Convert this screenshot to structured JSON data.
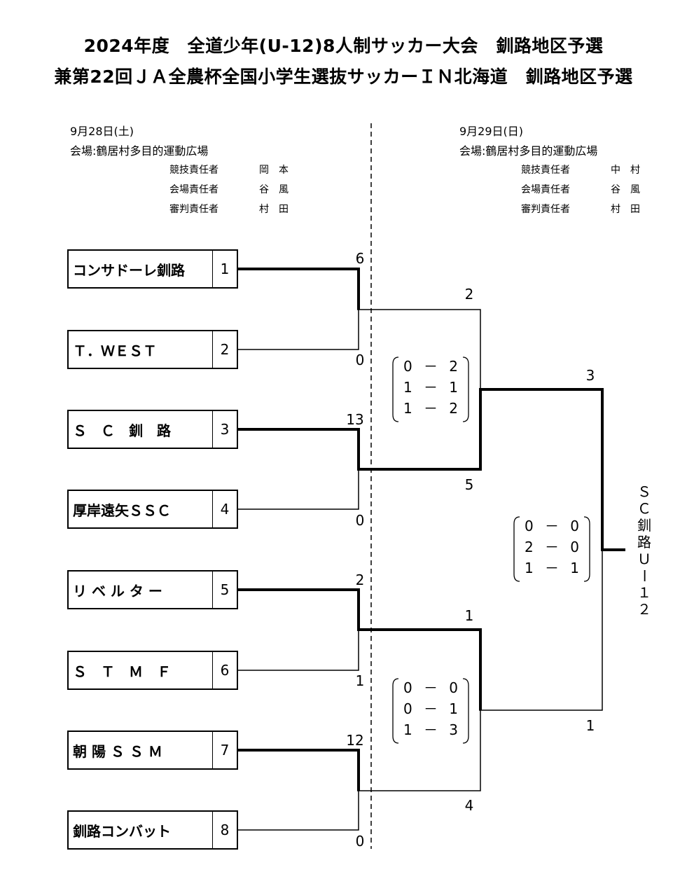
{
  "title": {
    "line1": "2024年度　全道少年(U-12)8人制サッカー大会　釧路地区予選",
    "line2": "兼第22回ＪＡ全農杯全国小学生選抜サッカーＩＮ北海道　釧路地区予選"
  },
  "day1": {
    "date": "9月28日(土)",
    "venue": "会場:鶴居村多目的運動広場",
    "officials": [
      {
        "role": "競技責任者",
        "name": "岡　本"
      },
      {
        "role": "会場責任者",
        "name": "谷　風"
      },
      {
        "role": "審判責任者",
        "name": "村　田"
      }
    ]
  },
  "day2": {
    "date": "9月29日(日)",
    "venue": "会場:鶴居村多目的運動広場",
    "officials": [
      {
        "role": "競技責任者",
        "name": "中　村"
      },
      {
        "role": "会場責任者",
        "name": "谷　風"
      },
      {
        "role": "審判責任者",
        "name": "村　田"
      }
    ]
  },
  "teams": [
    {
      "name": "コンサドーレ釧路",
      "num": "1"
    },
    {
      "name": "Ｔ．ＷＥＳＴ",
      "num": "2"
    },
    {
      "name": "Ｓ　Ｃ　釧　路",
      "num": "3"
    },
    {
      "name": "厚岸遠矢ＳＳＣ",
      "num": "4"
    },
    {
      "name": "リ ベ ル タ ー",
      "num": "5"
    },
    {
      "name": "Ｓ　Ｔ　Ｍ　Ｆ",
      "num": "6"
    },
    {
      "name": "朝 陽 Ｓ Ｓ Ｍ",
      "num": "7"
    },
    {
      "name": "釧路コンバット",
      "num": "8"
    }
  ],
  "round1_scores": [
    "6",
    "0",
    "13",
    "0",
    "2",
    "1",
    "12",
    "0"
  ],
  "semi_scores": [
    "2",
    "5",
    "1",
    "4"
  ],
  "final_scores": [
    "3",
    "1"
  ],
  "semi1_halves": [
    [
      "0",
      "－",
      "2"
    ],
    [
      "1",
      "－",
      "1"
    ],
    [
      "1",
      "－",
      "2"
    ]
  ],
  "semi2_halves": [
    [
      "0",
      "－",
      "0"
    ],
    [
      "0",
      "－",
      "1"
    ],
    [
      "1",
      "－",
      "3"
    ]
  ],
  "final_halves": [
    [
      "0",
      "－",
      "0"
    ],
    [
      "2",
      "－",
      "0"
    ],
    [
      "1",
      "－",
      "1"
    ]
  ],
  "champion": [
    "Ｓ",
    "Ｃ",
    "釧",
    "路",
    "Ｕ",
    "ー",
    "１",
    "２"
  ]
}
